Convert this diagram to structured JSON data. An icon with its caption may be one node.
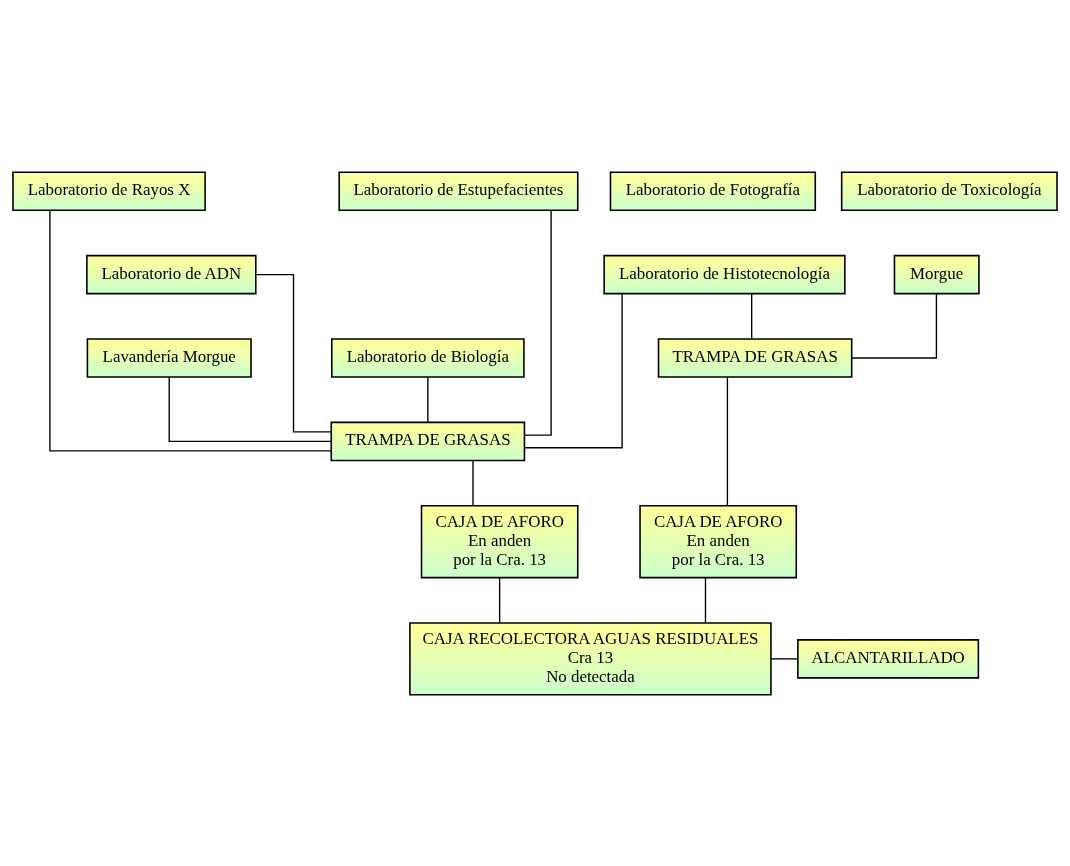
{
  "diagram": {
    "nodes": [
      {
        "text": [
          "Laboratorio de Rayos X"
        ]
      },
      {
        "text": [
          "Laboratorio de Estupefacientes"
        ]
      },
      {
        "text": [
          "Laboratorio de Fotografía"
        ]
      },
      {
        "text": [
          "Laboratorio de Toxicología"
        ]
      },
      {
        "text": [
          "Laboratorio de ADN"
        ]
      },
      {
        "text": [
          "Laboratorio de Biología"
        ]
      },
      {
        "text": [
          "Laboratorio de Histotecnología"
        ]
      },
      {
        "text": [
          "Morgue"
        ]
      },
      {
        "text": [
          "Lavandería Morgue"
        ]
      },
      {
        "text": [
          "TRAMPA DE GRASAS"
        ]
      },
      {
        "text": [
          "TRAMPA DE GRASAS"
        ]
      },
      {
        "text": [
          "CAJA DE AFORO",
          "En anden",
          "por la Cra. 13"
        ]
      },
      {
        "text": [
          "CAJA DE AFORO",
          "En anden",
          "por la Cra. 13"
        ]
      },
      {
        "text": [
          "CAJA RECOLECTORA AGUAS RESIDUALES",
          "Cra 13",
          "No detectada"
        ]
      },
      {
        "text": [
          "ALCANTARILLADO"
        ]
      }
    ],
    "edges": [
      {
        "from": 0,
        "to": 9,
        "arrow": "none"
      },
      {
        "from": 4,
        "to": 9,
        "arrow": "none"
      },
      {
        "from": 5,
        "to": 9,
        "arrow": "none"
      },
      {
        "from": 8,
        "to": 9,
        "arrow": "none"
      },
      {
        "from": 1,
        "to": 9,
        "arrow": "none"
      },
      {
        "from": 6,
        "to": 9,
        "arrow": "none"
      },
      {
        "from": 6,
        "to": 10,
        "arrow": "none"
      },
      {
        "from": 7,
        "to": 10,
        "arrow": "none"
      },
      {
        "from": 9,
        "to": 11,
        "arrow": "none"
      },
      {
        "from": 10,
        "to": 12,
        "arrow": "none"
      },
      {
        "from": 11,
        "to": 13,
        "arrow": "none"
      },
      {
        "from": 12,
        "to": 13,
        "arrow": "none"
      },
      {
        "from": 13,
        "to": 14,
        "arrow": "none"
      }
    ]
  }
}
